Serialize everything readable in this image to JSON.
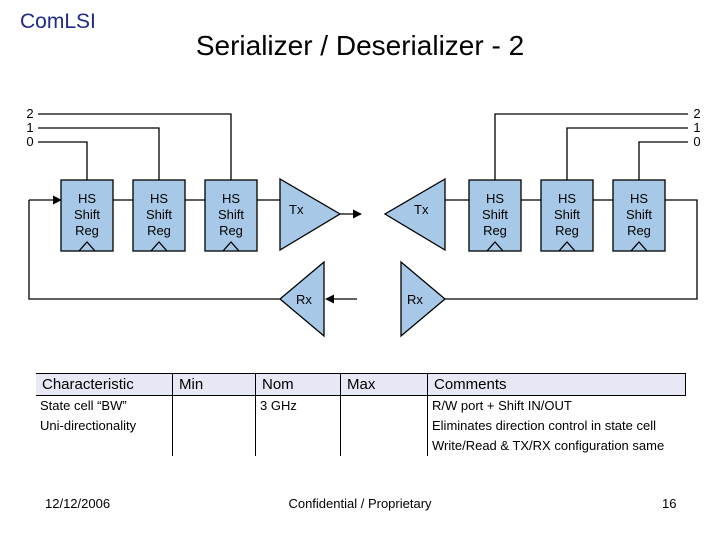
{
  "logo": "ComLSI",
  "title": "Serializer / Deserializer - 2",
  "diagram": {
    "left_bus_labels": [
      "2",
      "1",
      "0"
    ],
    "right_bus_labels": [
      "2",
      "1",
      "0"
    ],
    "shift_reg_lines": [
      "HS",
      "Shift",
      "Reg"
    ],
    "tx_label": "Tx",
    "rx_label": "Rx"
  },
  "table": {
    "headers": [
      "Characteristic",
      "Min",
      "Nom",
      "Max",
      "Comments"
    ],
    "rows": [
      [
        "State cell “BW”",
        "",
        "3 GHz",
        "",
        "R/W port + Shift IN/OUT"
      ],
      [
        "Uni-directionality",
        "",
        "",
        "",
        "Eliminates direction control in state cell"
      ],
      [
        "",
        "",
        "",
        "",
        "Write/Read & TX/RX configuration same"
      ]
    ]
  },
  "footer": {
    "date": "12/12/2006",
    "confidential": "Confidential / Proprietary",
    "page": "16"
  }
}
